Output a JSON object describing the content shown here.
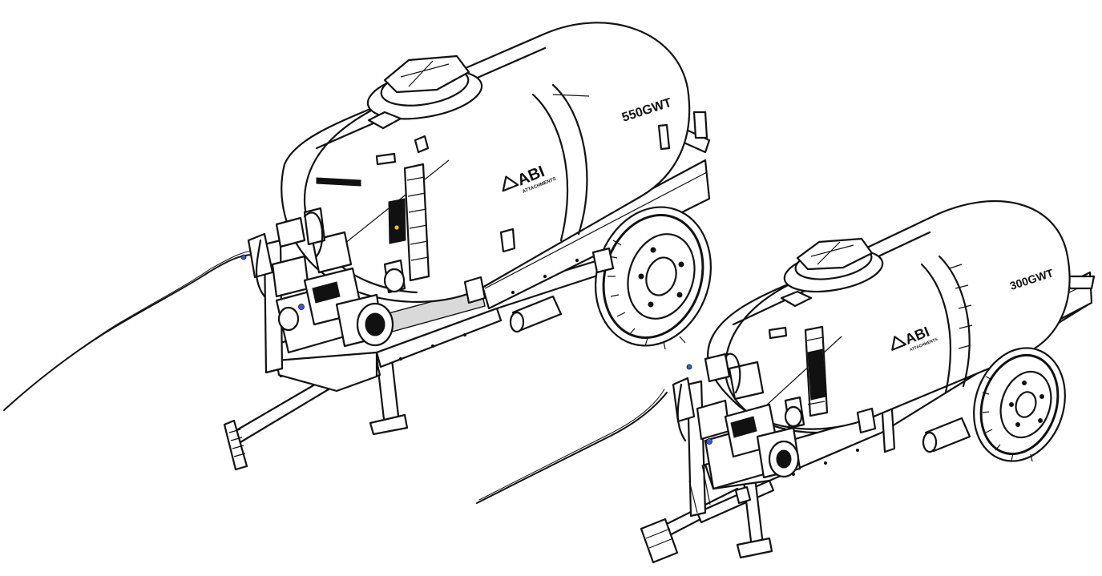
{
  "large_trailer": {
    "tank_model_label": "550GWT",
    "logo_text": "ABI",
    "logo_subtext": "ATTACHMENTS"
  },
  "small_trailer": {
    "tank_model_label": "300GWT",
    "logo_text": "ABI",
    "logo_subtext": "ATTACHMENTS"
  },
  "colors": {
    "line": "#111111",
    "background": "#ffffff",
    "accent": "#3a5bd9"
  }
}
